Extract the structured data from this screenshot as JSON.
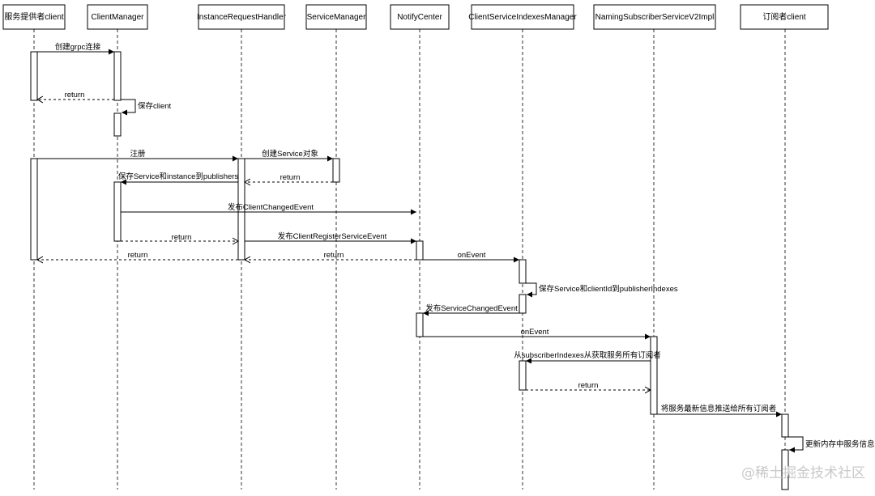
{
  "participants": [
    {
      "id": "provider",
      "label": "服务提供者client"
    },
    {
      "id": "cm",
      "label": "ClientManager"
    },
    {
      "id": "irh",
      "label": "InstanceRequestHandler"
    },
    {
      "id": "sm",
      "label": "ServiceManager"
    },
    {
      "id": "nc",
      "label": "NotifyCenter"
    },
    {
      "id": "csim",
      "label": "ClientServiceIndexesManager"
    },
    {
      "id": "nss",
      "label": "NamingSubscriberServiceV2Impl"
    },
    {
      "id": "subscriber",
      "label": "订阅者client"
    }
  ],
  "messages": [
    {
      "id": "m1",
      "from": "provider",
      "to": "cm",
      "label": "创建grpc连接",
      "kind": "sync"
    },
    {
      "id": "m2",
      "from": "cm",
      "to": "provider",
      "label": "return",
      "kind": "return"
    },
    {
      "id": "m3",
      "from": "cm",
      "to": "cm",
      "label": "保存client",
      "kind": "self"
    },
    {
      "id": "m4",
      "from": "provider",
      "to": "irh",
      "label": "注册",
      "kind": "sync"
    },
    {
      "id": "m5",
      "from": "irh",
      "to": "sm",
      "label": "创建Service对象",
      "kind": "sync"
    },
    {
      "id": "m6",
      "from": "sm",
      "to": "irh",
      "label": "return",
      "kind": "return"
    },
    {
      "id": "m7",
      "from": "irh",
      "to": "cm",
      "label": "保存Service和instance到publishers",
      "kind": "sync"
    },
    {
      "id": "m8",
      "from": "cm",
      "to": "nc",
      "label": "发布ClientChangedEvent",
      "kind": "sync"
    },
    {
      "id": "m9",
      "from": "cm",
      "to": "irh",
      "label": "return",
      "kind": "return"
    },
    {
      "id": "m10",
      "from": "irh",
      "to": "nc",
      "label": "发布ClientRegisterServiceEvent",
      "kind": "sync"
    },
    {
      "id": "m11",
      "from": "irh",
      "to": "provider",
      "label": "return",
      "kind": "return"
    },
    {
      "id": "m12",
      "from": "nc",
      "to": "irh",
      "label": "return",
      "kind": "return"
    },
    {
      "id": "m13",
      "from": "nc",
      "to": "csim",
      "label": "onEvent",
      "kind": "sync"
    },
    {
      "id": "m14",
      "from": "csim",
      "to": "csim",
      "label": "保存Service和clientId到publisherIndexes",
      "kind": "self"
    },
    {
      "id": "m15",
      "from": "csim",
      "to": "nc",
      "label": "发布ServiceChangedEvent",
      "kind": "sync"
    },
    {
      "id": "m16",
      "from": "nc",
      "to": "nss",
      "label": "onEvent",
      "kind": "sync"
    },
    {
      "id": "m17",
      "from": "nss",
      "to": "csim",
      "label": "从subscriberIndexes从获取服务所有订阅者",
      "kind": "sync"
    },
    {
      "id": "m18",
      "from": "csim",
      "to": "nss",
      "label": "return",
      "kind": "return"
    },
    {
      "id": "m19",
      "from": "nss",
      "to": "subscriber",
      "label": "将服务最新信息推送给所有订阅者",
      "kind": "sync"
    },
    {
      "id": "m20",
      "from": "subscriber",
      "to": "subscriber",
      "label": "更新内存中服务信息",
      "kind": "self"
    }
  ],
  "watermark": "@稀土掘金技术社区"
}
